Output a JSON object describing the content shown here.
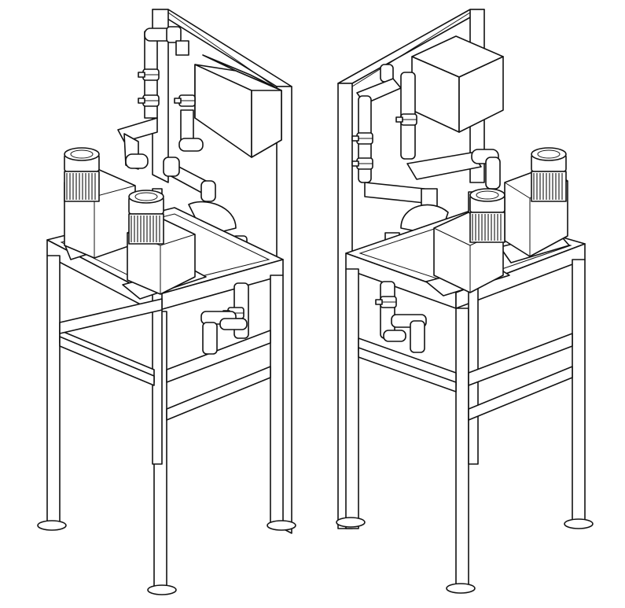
{
  "drawing": {
    "type": "isometric line drawing",
    "views": [
      {
        "id": "left",
        "units": [
          "pump-left-rear",
          "pump-left-front"
        ],
        "control_box": "upper-right"
      },
      {
        "id": "right",
        "units": [
          "pump-right-front",
          "pump-right-rear"
        ],
        "control_box": "upper-right"
      }
    ],
    "colors": {
      "line": "#111111",
      "background": "#ffffff"
    }
  }
}
